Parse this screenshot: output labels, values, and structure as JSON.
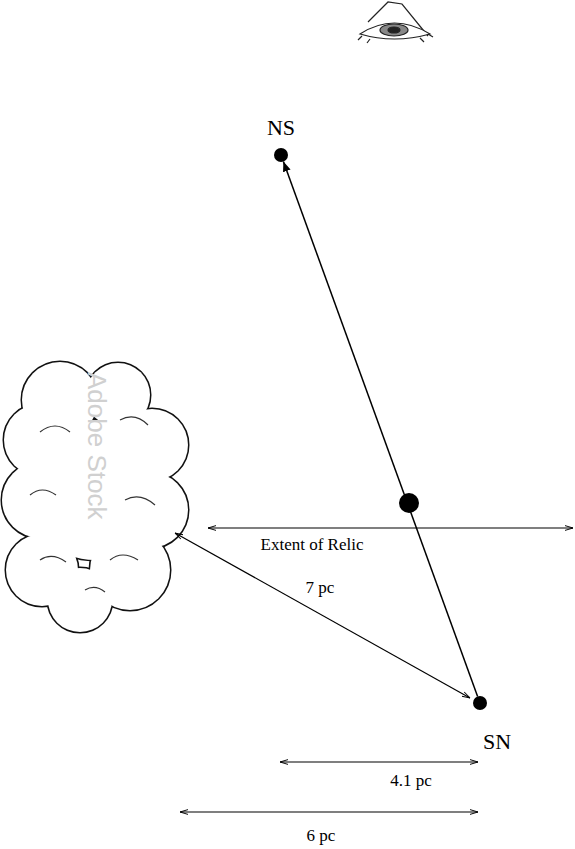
{
  "diagram": {
    "nodes": [
      {
        "text": [
          "NS"
        ]
      },
      {
        "text": [
          "SN"
        ]
      }
    ],
    "edges": [
      {
        "from": 1,
        "to": 0,
        "arrow": "to"
      }
    ],
    "labels": [
      "Adobe Stock",
      "Extent of Relic",
      "7 pc",
      "4.1 pc",
      "6 pc"
    ]
  }
}
